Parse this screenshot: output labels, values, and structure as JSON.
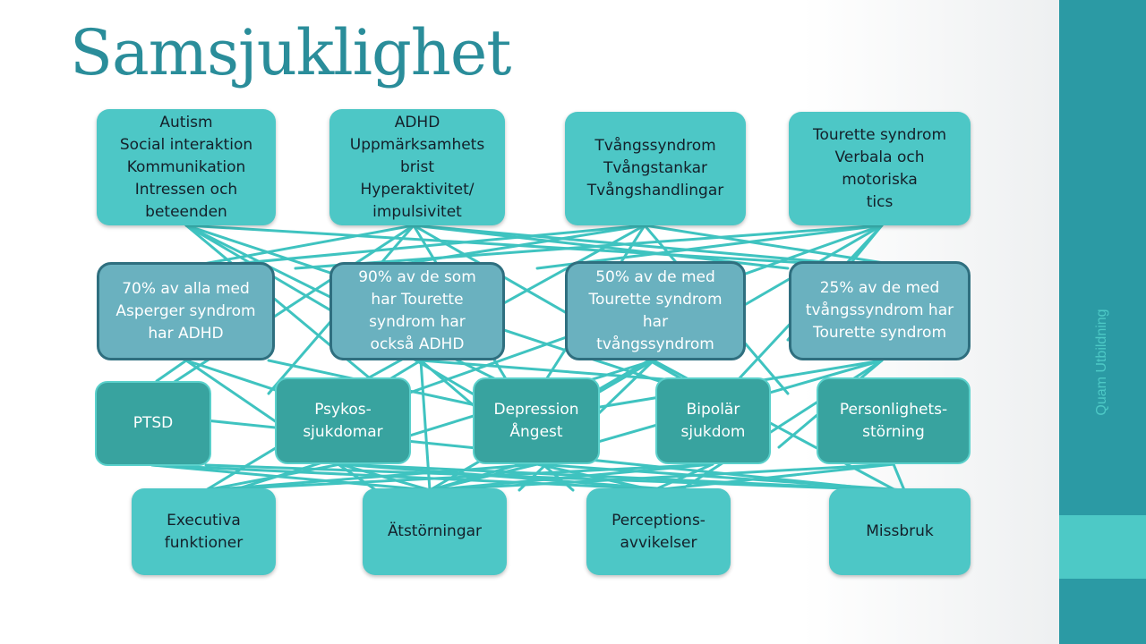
{
  "title": "Samsjuklighet",
  "sidebar_text": "Quam Utbildning",
  "colors": {
    "title": "#2a8d9a",
    "link": "#3fc3c0",
    "box_light": "#4dc7c6",
    "box_stat": "#6ab1bf",
    "box_condition": "#38a39f",
    "sidebar": "#2b9aa4"
  },
  "diagnoses": [
    {
      "text": "Autism\nSocial interaktion\nKommunikation\nIntressen och\nbeteenden"
    },
    {
      "text": "ADHD\nUppmärksamhets\nbrist\nHyperaktivitet/\nimpulsivitet"
    },
    {
      "text": "Tvångssyndrom\nTvångstankar\nTvångshandlingar"
    },
    {
      "text": "Tourette syndrom\nVerbala och\nmotoriska\ntics"
    }
  ],
  "statistics": [
    {
      "text": "70% av alla med\nAsperger syndrom\nhar ADHD"
    },
    {
      "text": "90% av de som\nhar Tourette\nsyndrom har\nockså ADHD"
    },
    {
      "text": "50% av de med\nTourette syndrom\nhar\ntvångssyndrom"
    },
    {
      "text": "25% av de med\ntvångssyndrom har\nTourette syndrom"
    }
  ],
  "conditions": [
    {
      "text": "PTSD"
    },
    {
      "text": "Psykos-\nsjukdomar"
    },
    {
      "text": "Depression\nÅngest"
    },
    {
      "text": "Bipolär\nsjukdom"
    },
    {
      "text": "Personlighets-\nstörning"
    }
  ],
  "outcomes": [
    {
      "text": "Executiva\nfunktioner"
    },
    {
      "text": "Ätstörningar"
    },
    {
      "text": "Perceptions-\navvikelser"
    },
    {
      "text": "Missbruk"
    }
  ]
}
